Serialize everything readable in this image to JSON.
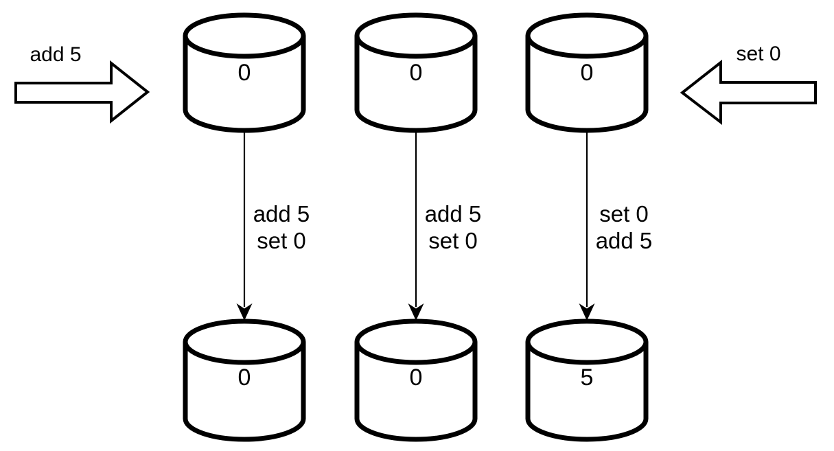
{
  "diagram": {
    "incoming": {
      "left": {
        "label": "add 5",
        "direction": "right"
      },
      "right": {
        "label": "set 0",
        "direction": "left"
      }
    },
    "colors": {
      "stroke": "#000000",
      "fill": "#ffffff"
    },
    "replicas": [
      {
        "initial_value": "0",
        "applied_ops": [
          "add 5",
          "set 0"
        ],
        "final_value": "0"
      },
      {
        "initial_value": "0",
        "applied_ops": [
          "add 5",
          "set 0"
        ],
        "final_value": "0"
      },
      {
        "initial_value": "0",
        "applied_ops": [
          "set 0",
          "add 5"
        ],
        "final_value": "5"
      }
    ]
  }
}
